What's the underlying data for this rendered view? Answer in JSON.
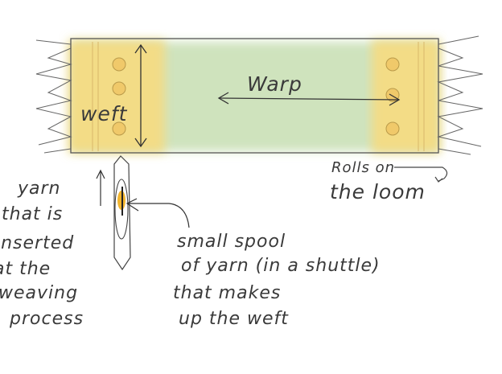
{
  "labels": {
    "warp": "Warp",
    "weft": "weft",
    "rolls": [
      "Rolls on",
      "the loom"
    ],
    "yarn_inserted": [
      "yarn",
      "that is",
      "inserted",
      "at the",
      "weaving",
      "process"
    ],
    "spool": [
      "small spool",
      "of yarn (in a shuttle)",
      "that makes",
      "up the weft"
    ]
  },
  "colors": {
    "yellow_ends": "#f3dc86",
    "green_middle": "#cfe3bd",
    "spool": "#f2b52e",
    "ink": "#3a3a3a"
  }
}
